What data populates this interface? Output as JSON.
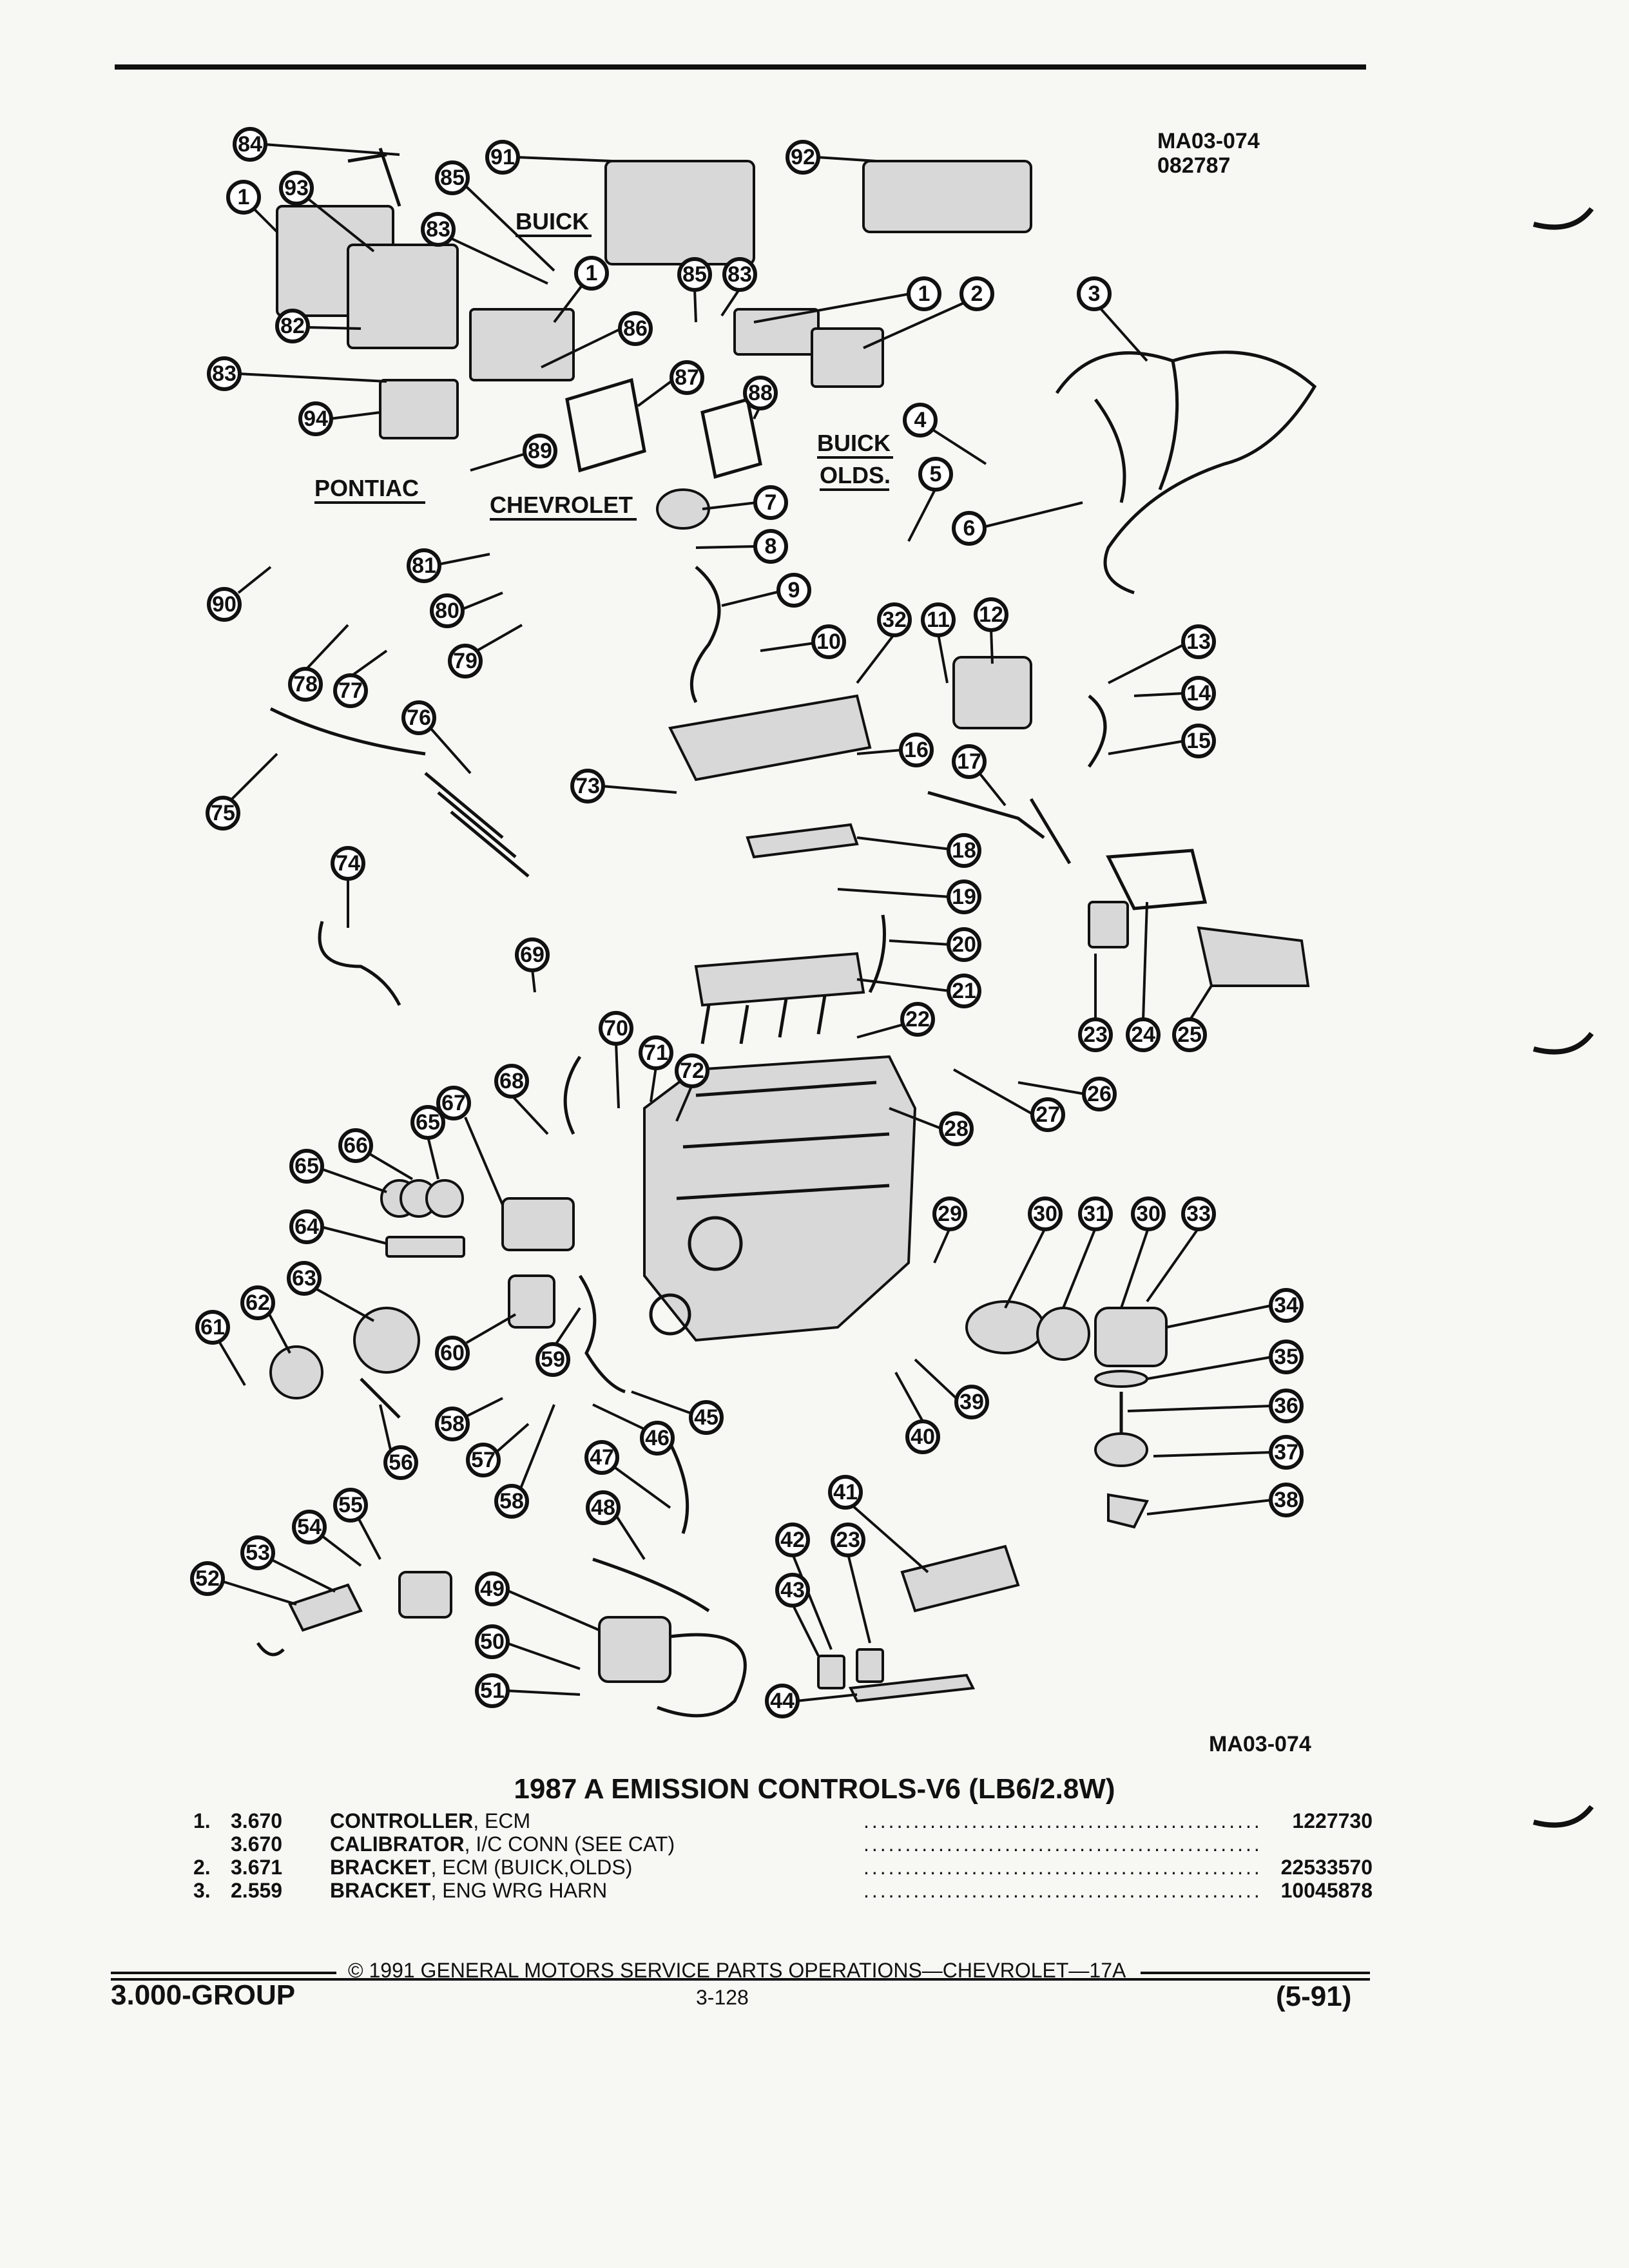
{
  "header": {
    "code_top_1": "MA03-074",
    "code_top_2": "082787",
    "code_bottom": "MA03-074"
  },
  "diagram": {
    "labels": {
      "buick": "BUICK",
      "pontiac": "PONTIAC",
      "chevrolet": "CHEVROLET",
      "buick_olds_1": "BUICK",
      "buick_olds_2": "OLDS."
    },
    "callouts": [
      "84",
      "91",
      "92",
      "85",
      "1",
      "93",
      "83",
      "1",
      "85",
      "83",
      "1",
      "2",
      "3",
      "82",
      "86",
      "83",
      "87",
      "88",
      "94",
      "89",
      "4",
      "5",
      "7",
      "6",
      "8",
      "81",
      "90",
      "80",
      "9",
      "79",
      "10",
      "32",
      "11",
      "12",
      "13",
      "78",
      "77",
      "14",
      "15",
      "76",
      "16",
      "17",
      "75",
      "73",
      "18",
      "74",
      "19",
      "69",
      "20",
      "21",
      "70",
      "71",
      "22",
      "68",
      "72",
      "26",
      "23",
      "24",
      "25",
      "67",
      "27",
      "65",
      "66",
      "65",
      "28",
      "64",
      "29",
      "30",
      "31",
      "30",
      "33",
      "62",
      "63",
      "34",
      "61",
      "35",
      "60",
      "59",
      "36",
      "45",
      "58",
      "46",
      "37",
      "56",
      "57",
      "39",
      "40",
      "38",
      "47",
      "58",
      "41",
      "55",
      "54",
      "53",
      "48",
      "42",
      "23",
      "52",
      "49",
      "43",
      "50",
      "44",
      "51"
    ]
  },
  "title": "1987 A EMISSION CONTROLS-V6 (LB6/2.8W)",
  "parts": [
    {
      "num": "1.",
      "code": "3.670",
      "name": "CONTROLLER",
      "desc": ", ECM",
      "pn": "1227730"
    },
    {
      "num": "",
      "code": "3.670",
      "name": "CALIBRATOR",
      "desc": ", I/C CONN (SEE CAT)",
      "pn": ""
    },
    {
      "num": "2.",
      "code": "3.671",
      "name": "BRACKET",
      "desc": ", ECM (BUICK,OLDS)",
      "pn": "22533570"
    },
    {
      "num": "3.",
      "code": "2.559",
      "name": "BRACKET",
      "desc": ", ENG WRG HARN",
      "pn": "10045878"
    }
  ],
  "footer": {
    "copyright": "© 1991 GENERAL MOTORS SERVICE PARTS OPERATIONS—CHEVROLET—17A",
    "group": "3.000-GROUP",
    "page": "3-128",
    "date": "(5-91)"
  }
}
